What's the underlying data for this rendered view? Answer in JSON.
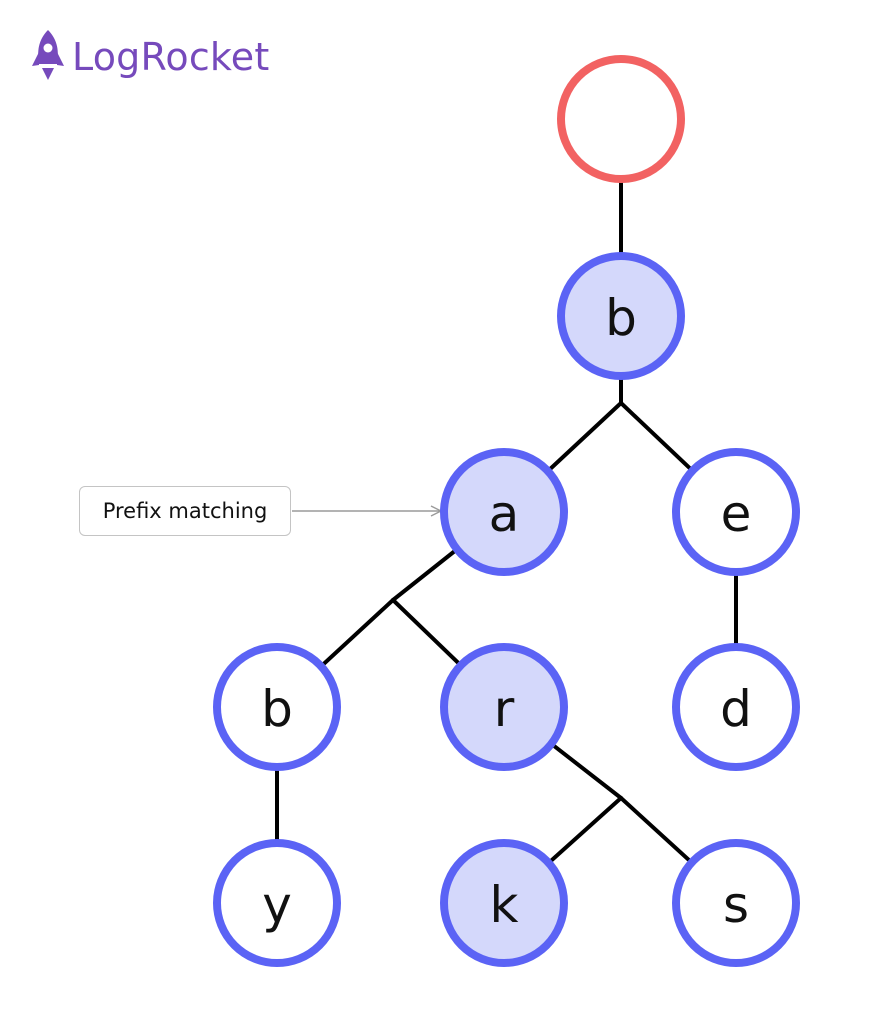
{
  "brand": {
    "name": "LogRocket",
    "icon": "rocket-icon",
    "color": "#764abc"
  },
  "callout": {
    "label": "Prefix matching",
    "target": "a"
  },
  "colors": {
    "root_stroke": "#f26262",
    "node_stroke": "#5b63f5",
    "highlight_fill": "#d4d8fb",
    "normal_fill": "#ffffff",
    "edge": "#000000"
  },
  "tree": {
    "nodes": [
      {
        "id": "root",
        "label": "",
        "root": true,
        "highlighted": false
      },
      {
        "id": "b1",
        "label": "b",
        "highlighted": true
      },
      {
        "id": "a",
        "label": "a",
        "highlighted": true
      },
      {
        "id": "e",
        "label": "e",
        "highlighted": false
      },
      {
        "id": "b2",
        "label": "b",
        "highlighted": false
      },
      {
        "id": "r",
        "label": "r",
        "highlighted": true
      },
      {
        "id": "d",
        "label": "d",
        "highlighted": false
      },
      {
        "id": "y",
        "label": "y",
        "highlighted": false
      },
      {
        "id": "k",
        "label": "k",
        "highlighted": true
      },
      {
        "id": "s",
        "label": "s",
        "highlighted": false
      }
    ],
    "edges": [
      [
        "root",
        "b1"
      ],
      [
        "b1",
        "a"
      ],
      [
        "b1",
        "e"
      ],
      [
        "a",
        "b2"
      ],
      [
        "a",
        "r"
      ],
      [
        "e",
        "d"
      ],
      [
        "b2",
        "y"
      ],
      [
        "r",
        "k"
      ],
      [
        "r",
        "s"
      ]
    ]
  }
}
